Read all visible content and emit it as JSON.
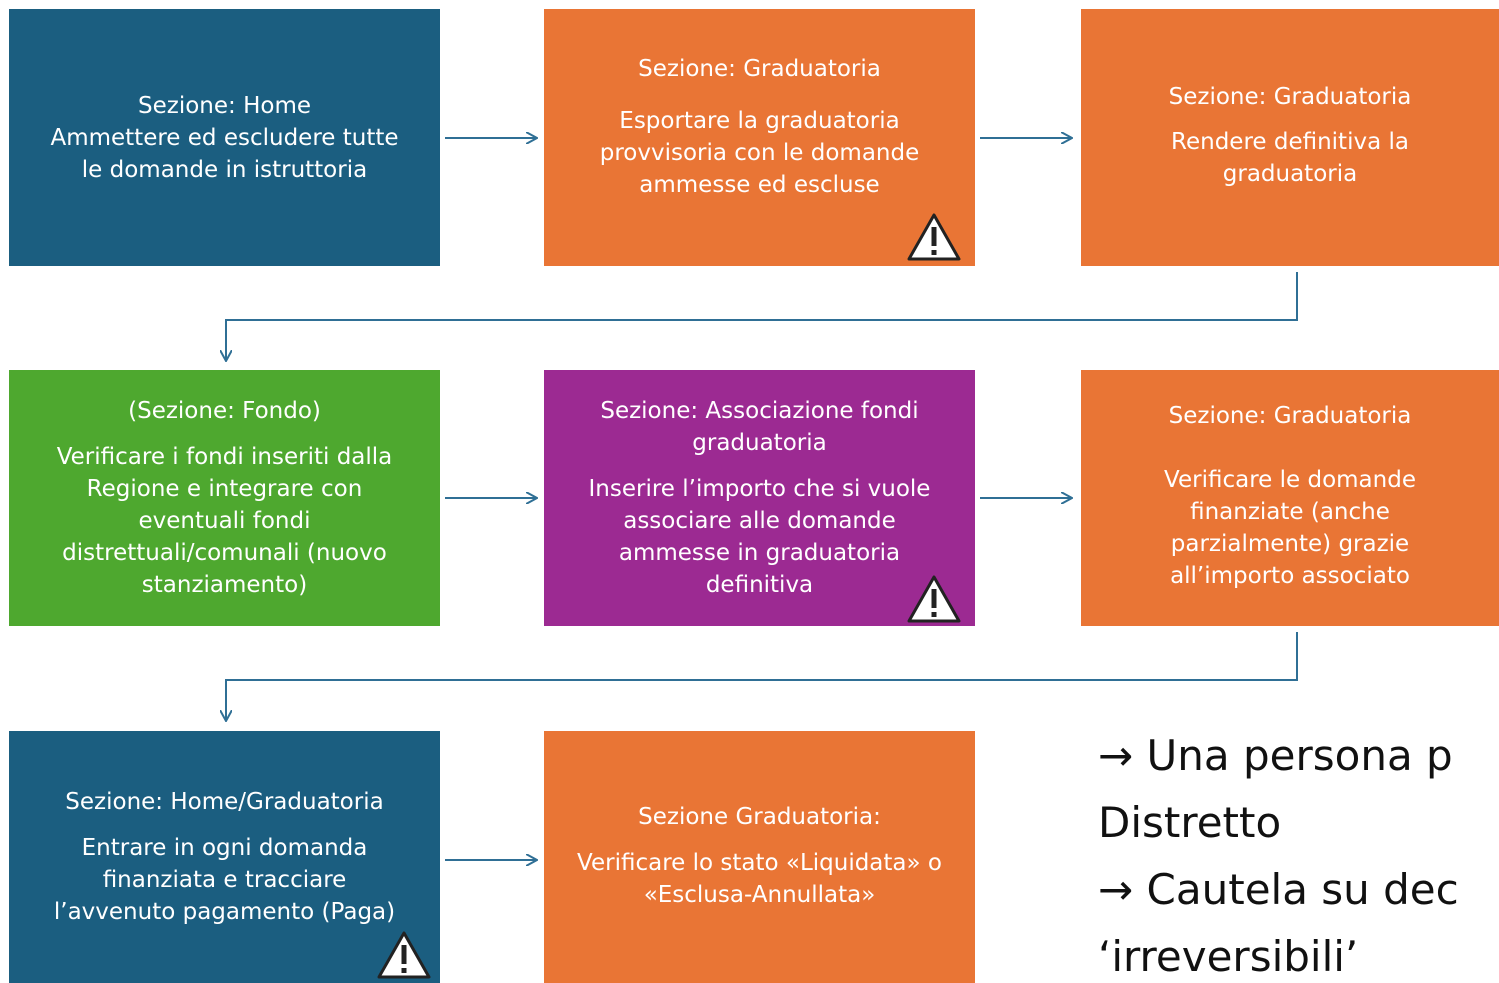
{
  "colors": {
    "navy": "#1b5e80",
    "orange": "#e97535",
    "green": "#4ea82f",
    "purple": "#9c2a92",
    "arrow": "#2f6f95"
  },
  "steps": [
    {
      "section": "Sezione: Home",
      "body": "Ammettere ed escludere tutte\nle domande in istruttoria",
      "color": "navy",
      "warning": false
    },
    {
      "section": "Sezione: Graduatoria",
      "body": "Esportare la graduatoria\nprovvisoria con le domande\nammesse ed escluse",
      "color": "orange",
      "warning": true
    },
    {
      "section": "Sezione: Graduatoria",
      "body": "Rendere definitiva la\ngraduatoria",
      "color": "orange",
      "warning": false
    },
    {
      "section": "(Sezione: Fondo)",
      "body": "Verificare i fondi inseriti dalla\nRegione e integrare con\neventuali fondi\ndistrettuali/comunali (nuovo\nstanziamento)",
      "color": "green",
      "warning": false
    },
    {
      "section": "Sezione: Associazione fondi\ngraduatoria",
      "body": "Inserire l’importo che si vuole\nassociare alle domande\nammesse in graduatoria\ndefinitiva",
      "color": "purple",
      "warning": true
    },
    {
      "section": "Sezione: Graduatoria",
      "body": "Verificare  le domande\nfinanziate (anche\nparzialmente) grazie\nall’importo associato",
      "color": "orange",
      "warning": false
    },
    {
      "section": "Sezione: Home/Graduatoria",
      "body": "Entrare in ogni domanda\nfinanziata e tracciare\nl’avvenuto pagamento (Paga)",
      "color": "navy",
      "warning": true
    },
    {
      "section": "Sezione Graduatoria:",
      "body": "Verificare lo stato «Liquidata» o\n«Esclusa-Annullata»",
      "color": "orange",
      "warning": false
    }
  ],
  "notes": [
    "→ Una persona p",
    "Distretto",
    "→ Cautela su dec",
    "‘irreversibili’"
  ],
  "icons": {
    "warning": "warning-triangle-icon",
    "arrow": "arrow-right-icon"
  }
}
